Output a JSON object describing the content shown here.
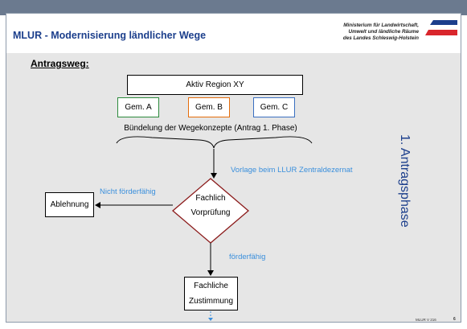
{
  "header": {
    "title": "MLUR - Modernisierung ländlicher Wege",
    "ministry_lines": [
      "Ministerium für Landwirtschaft,",
      "Umwelt und ländliche Räume",
      "des Landes Schleswig-Holstein"
    ]
  },
  "intro_label": "Antragsweg:",
  "region_box": "Aktiv Region XY",
  "communities": [
    "Gem. A",
    "Gem. B",
    "Gem. C"
  ],
  "bundle_label": "Bündelung der Wegekonzepte (Antrag 1. Phase)",
  "decision": {
    "line1": "Fachlich",
    "line2": "Vorprüfung"
  },
  "edges": {
    "submission": "Vorlage beim LLUR Zentraldezernat",
    "not_eligible": "Nicht förderfähig",
    "eligible": "förderfähig"
  },
  "rejection_box": "Ablehnung",
  "approval_box": {
    "line1": "Fachliche",
    "line2": "Zustimmung"
  },
  "phase_label": "1. Antragsphase",
  "footer": {
    "code": "MLUR V 216",
    "page": "6"
  },
  "colors": {
    "title": "#1c3f8c",
    "gem_a_border": "#2c8a3c",
    "gem_b_border": "#e46c0a",
    "gem_c_border": "#3a6fc0",
    "edge_text": "#3a8fdc",
    "diamond_border": "#8b1a1a"
  }
}
